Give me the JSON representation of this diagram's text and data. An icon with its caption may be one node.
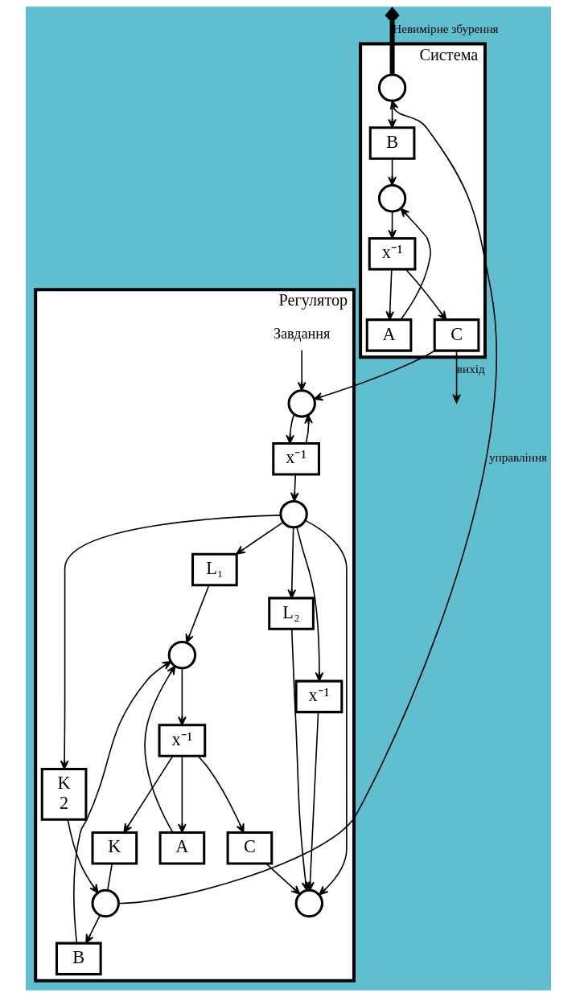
{
  "diagram": {
    "nodes": [
      {
        "text": [
          "Система"
        ]
      },
      {
        "text": [],
        "shape": "circle",
        "in": 0
      },
      {
        "text": [
          "B"
        ],
        "in": 0
      },
      {
        "text": [],
        "shape": "circle",
        "in": 0
      },
      {
        "text": [
          "x⁻¹"
        ],
        "in": 0
      },
      {
        "text": [
          "A"
        ],
        "in": 0
      },
      {
        "text": [
          "C"
        ],
        "in": 0
      },
      {
        "text": [
          "Регулятор"
        ]
      },
      {
        "text": [
          "Завдання"
        ],
        "in": 7
      },
      {
        "text": [],
        "shape": "circle",
        "in": 7
      },
      {
        "text": [
          "x⁻¹"
        ],
        "in": 7
      },
      {
        "text": [],
        "shape": "circle",
        "in": 7
      },
      {
        "text": [
          "L₁"
        ],
        "in": 7
      },
      {
        "text": [
          "L₂"
        ],
        "in": 7
      },
      {
        "text": [
          "x⁻¹"
        ],
        "in": 7
      },
      {
        "text": [],
        "shape": "circle",
        "in": 7
      },
      {
        "text": [
          "B"
        ],
        "in": 7
      },
      {
        "text": [],
        "shape": "circle",
        "in": 7
      },
      {
        "text": [
          "x⁻¹"
        ],
        "in": 7
      },
      {
        "text": [
          "C"
        ],
        "in": 7
      },
      {
        "text": [
          "A"
        ],
        "in": 7
      },
      {
        "text": [],
        "shape": "circle",
        "in": 7
      },
      {
        "text": [
          "K"
        ],
        "in": 7
      },
      {
        "text": [
          "K",
          "2"
        ],
        "in": 7
      }
    ],
    "edges": [
      {
        "from": 1,
        "to": null,
        "arrow": "to",
        "label": "Невимірне збурення",
        "style": "thick"
      },
      {
        "from": 1,
        "to": 2,
        "arrow": "to"
      },
      {
        "from": 2,
        "to": 3,
        "arrow": "to"
      },
      {
        "from": 3,
        "to": 4,
        "arrow": "to"
      },
      {
        "from": 4,
        "to": 6,
        "arrow": "to"
      },
      {
        "from": 4,
        "to": 5,
        "arrow": "to"
      },
      {
        "from": 5,
        "to": 3,
        "arrow": "to"
      },
      {
        "from": 6,
        "to": null,
        "arrow": "to",
        "label": "вихід"
      },
      {
        "from": 6,
        "to": 9,
        "arrow": "to"
      },
      {
        "from": 8,
        "to": 9,
        "arrow": "to"
      },
      {
        "from": 9,
        "to": 10,
        "arrow": "to"
      },
      {
        "from": 10,
        "to": 11,
        "arrow": "to"
      },
      {
        "from": 10,
        "to": 9,
        "arrow": "to"
      },
      {
        "from": 11,
        "to": 12,
        "arrow": "to"
      },
      {
        "from": 11,
        "to": 13,
        "arrow": "to"
      },
      {
        "from": 11,
        "to": 14,
        "arrow": "to"
      },
      {
        "from": 11,
        "to": 15,
        "arrow": "to"
      },
      {
        "from": 11,
        "to": 23,
        "arrow": "to"
      },
      {
        "from": 14,
        "to": 15,
        "arrow": "to"
      },
      {
        "from": 13,
        "to": 15,
        "arrow": "to"
      },
      {
        "from": 12,
        "to": 17,
        "arrow": "to"
      },
      {
        "from": 16,
        "to": 17,
        "arrow": "to"
      },
      {
        "from": 17,
        "to": 18,
        "arrow": "to"
      },
      {
        "from": 18,
        "to": 19,
        "arrow": "to"
      },
      {
        "from": 18,
        "to": 20,
        "arrow": "to"
      },
      {
        "from": 18,
        "to": 22,
        "arrow": "to"
      },
      {
        "from": 20,
        "to": 17,
        "arrow": "to"
      },
      {
        "from": 19,
        "to": 15,
        "arrow": "to"
      },
      {
        "from": 22,
        "to": 21,
        "arrow": "none"
      },
      {
        "from": 23,
        "to": 21,
        "arrow": "to"
      },
      {
        "from": 21,
        "to": 1,
        "arrow": "to",
        "label": "управління"
      },
      {
        "from": 21,
        "to": 16,
        "arrow": "to"
      }
    ]
  }
}
